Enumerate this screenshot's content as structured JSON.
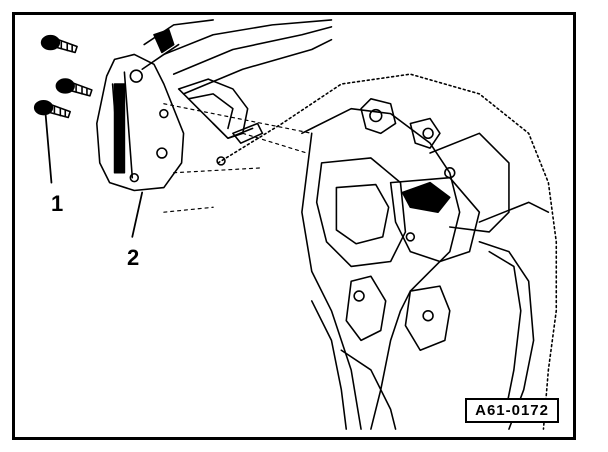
{
  "figure": {
    "callouts": [
      {
        "label": "1"
      },
      {
        "label": "2"
      }
    ],
    "code": "A61-0172"
  },
  "colors": {
    "ink": "#000000",
    "paper": "#ffffff",
    "shade": "#444444"
  }
}
